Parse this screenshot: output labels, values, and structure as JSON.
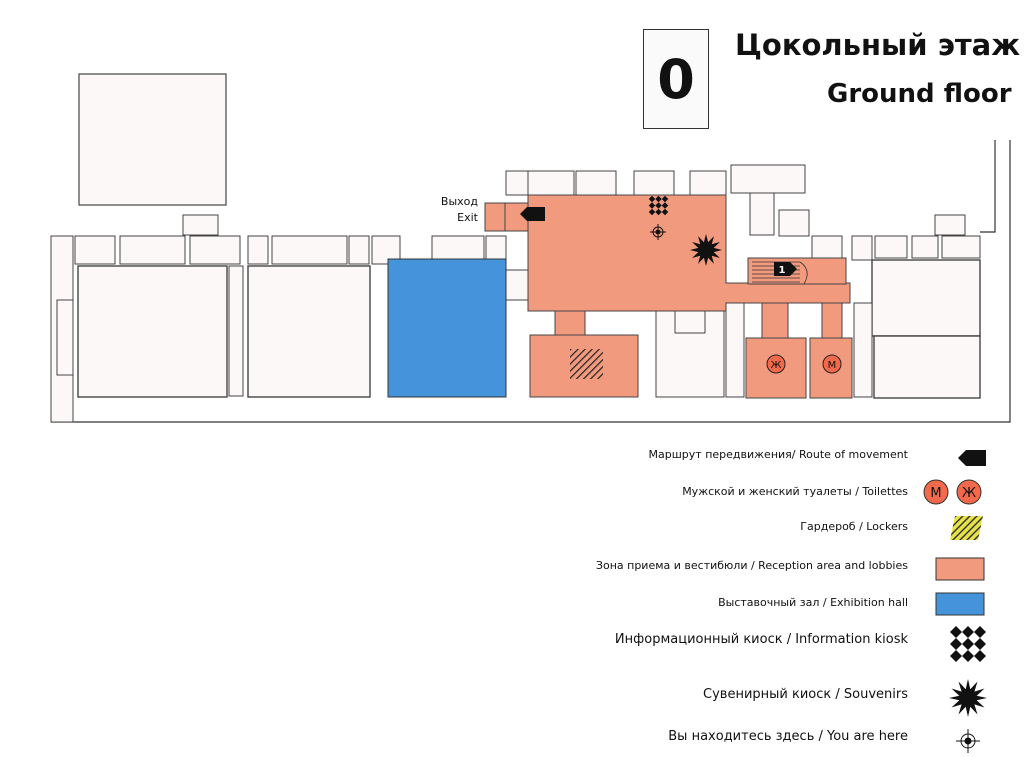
{
  "header": {
    "floor_number": "0",
    "title_ru": "Цокольный этаж",
    "title_en": "Ground floor"
  },
  "map": {
    "exit_label_ru": "Выход",
    "exit_label_en": "Exit",
    "stair_number": "1",
    "toilet_female": "Ж",
    "toilet_male": "М",
    "colors": {
      "reception": "#F29A7E",
      "exhibition": "#4594DB",
      "room": "#FDF8F8",
      "wall": "#333333"
    }
  },
  "legend": {
    "items": [
      {
        "label": "Маршрут передвижения/ Route of movement",
        "icon": "arrow-icon"
      },
      {
        "label": "Мужской и женский туалеты / Toilettes",
        "icon": "toilet-icons",
        "male": "М",
        "female": "Ж"
      },
      {
        "label": "Гардероб / Lockers",
        "icon": "hatched-icon"
      },
      {
        "label": "Зона приема и вестибюли / Reception area and lobbies",
        "icon": "reception-swatch"
      },
      {
        "label": "Выставочный зал / Exhibition hall",
        "icon": "exhibition-swatch"
      },
      {
        "label": "Информационный киоск / Information kiosk",
        "icon": "diamond-grid-icon"
      },
      {
        "label": "Сувенирный киоск / Souvenirs",
        "icon": "star-icon"
      },
      {
        "label": "Вы находитесь здесь / You are here",
        "icon": "crosshair-icon"
      }
    ]
  }
}
